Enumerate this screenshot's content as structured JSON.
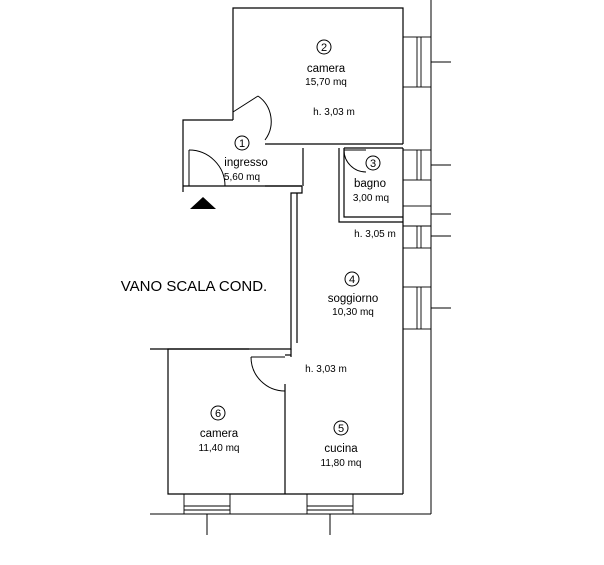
{
  "rooms": [
    {
      "number": "1",
      "name": "ingresso",
      "area": "5,60 mq"
    },
    {
      "number": "2",
      "name": "camera",
      "area": "15,70 mq"
    },
    {
      "number": "3",
      "name": "bagno",
      "area": "3,00 mq"
    },
    {
      "number": "4",
      "name": "soggiorno",
      "area": "10,30 mq"
    },
    {
      "number": "5",
      "name": "cucina",
      "area": "11,80 mq"
    },
    {
      "number": "6",
      "name": "camera",
      "area": "11,40 mq"
    }
  ],
  "heights": {
    "camera_top": "h. 3,03 m",
    "bagno": "h. 3,05 m",
    "living": "h. 3,03 m"
  },
  "stair_label": "VANO SCALA COND."
}
